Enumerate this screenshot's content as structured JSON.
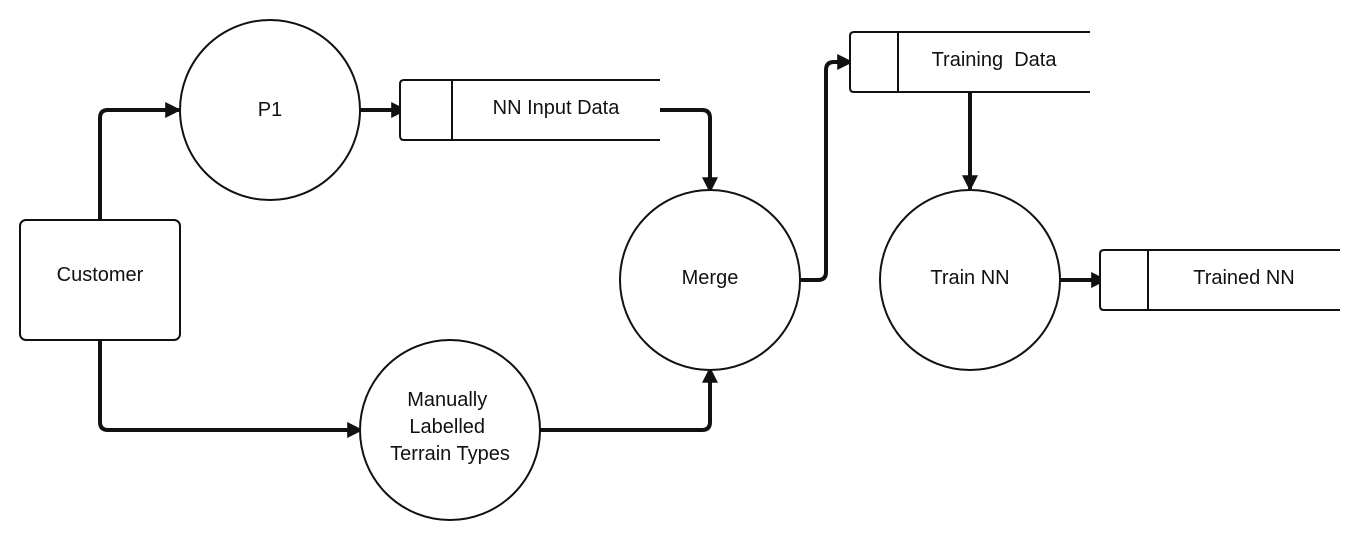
{
  "diagram": {
    "type": "data-flow-diagram",
    "colors": {
      "stroke": "#111111",
      "fill": "#ffffff"
    },
    "entities": [
      {
        "id": "customer",
        "label": "Customer"
      }
    ],
    "processes": [
      {
        "id": "p1",
        "label": "P1"
      },
      {
        "id": "manual",
        "label": "Manually\nLabelled\nTerrain Types"
      },
      {
        "id": "merge",
        "label": "Merge"
      },
      {
        "id": "train",
        "label": "Train NN"
      }
    ],
    "stores": [
      {
        "id": "nn-input",
        "label": "NN Input Data"
      },
      {
        "id": "training",
        "label": "Training  Data"
      },
      {
        "id": "trained",
        "label": "Trained NN"
      }
    ],
    "flows": [
      {
        "from": "customer",
        "to": "p1"
      },
      {
        "from": "customer",
        "to": "manual"
      },
      {
        "from": "p1",
        "to": "nn-input"
      },
      {
        "from": "nn-input",
        "to": "merge"
      },
      {
        "from": "manual",
        "to": "merge"
      },
      {
        "from": "merge",
        "to": "training"
      },
      {
        "from": "training",
        "to": "train"
      },
      {
        "from": "train",
        "to": "trained"
      }
    ]
  }
}
